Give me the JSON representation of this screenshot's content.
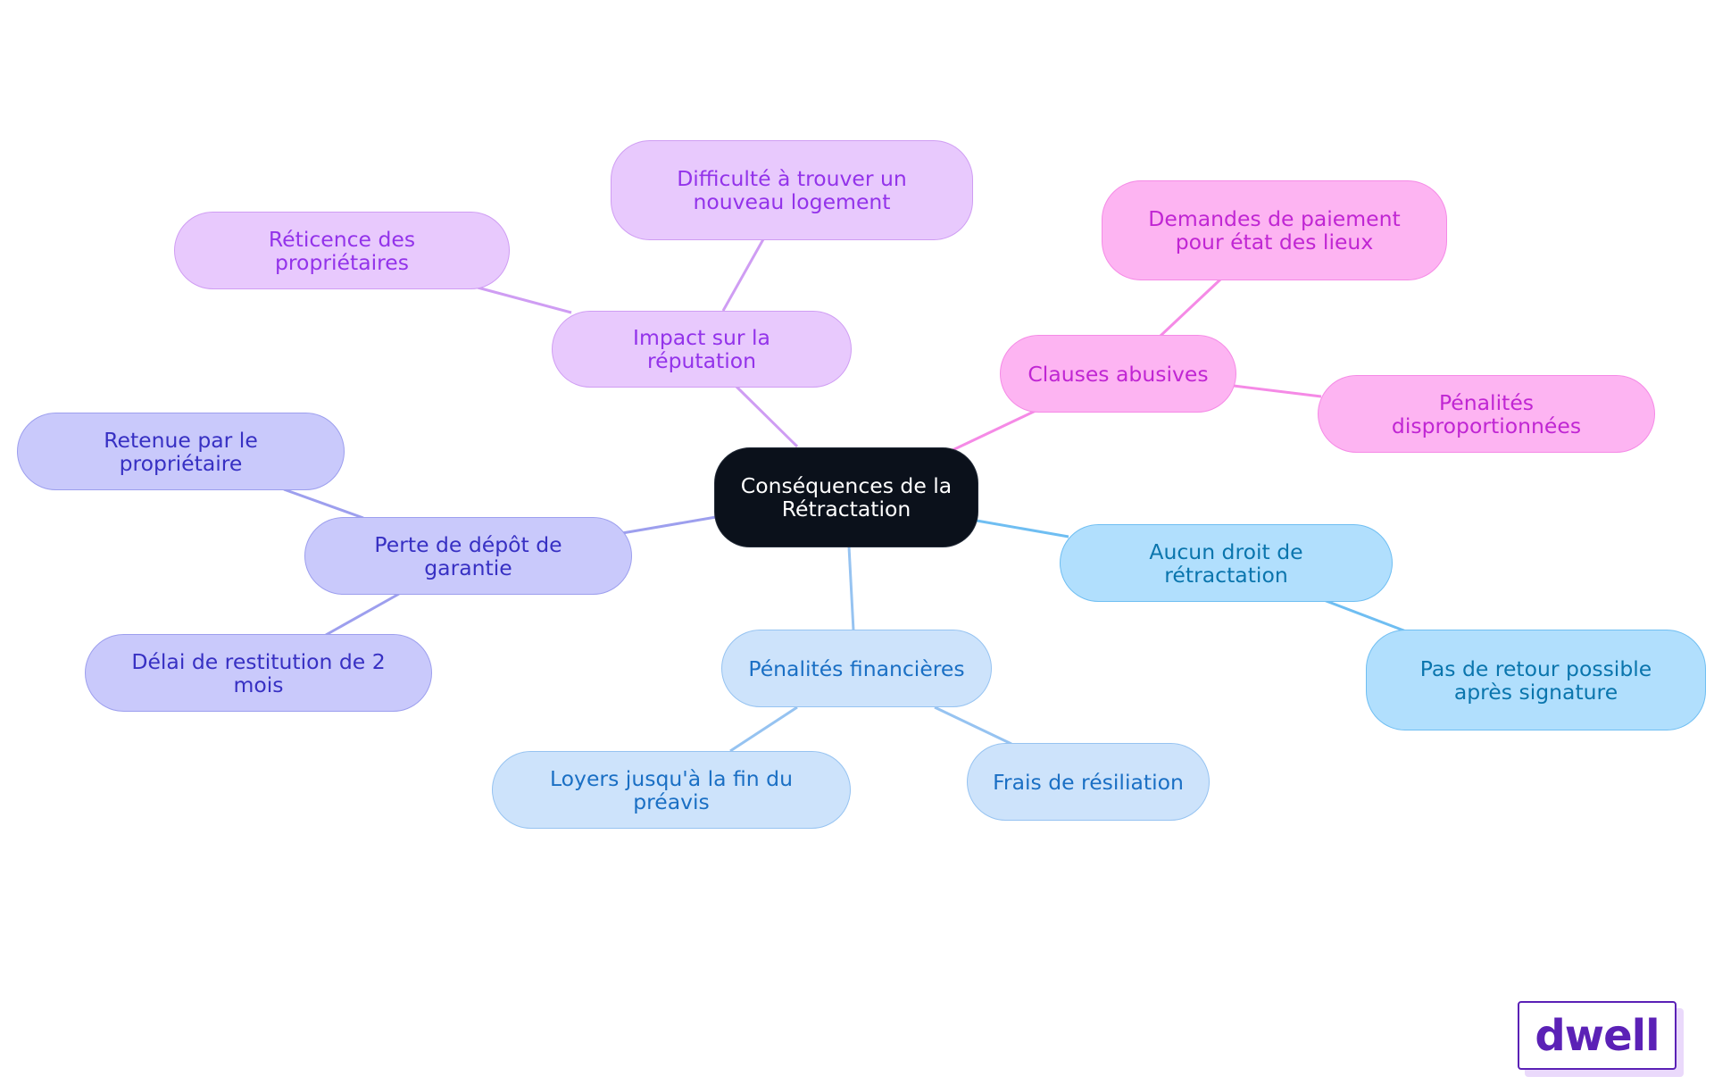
{
  "diagram": {
    "type": "mind-map",
    "root": {
      "id": "root",
      "label": "Conséquences de la Rétractation"
    },
    "branches": [
      {
        "id": "reputation",
        "label": "Impact sur la réputation",
        "color_group": "purple",
        "children": [
          {
            "id": "reticence",
            "label": "Réticence des propriétaires"
          },
          {
            "id": "difficulte",
            "label": "Difficulté à trouver un nouveau logement"
          }
        ]
      },
      {
        "id": "clauses",
        "label": "Clauses abusives",
        "color_group": "pink",
        "children": [
          {
            "id": "demandes",
            "label": "Demandes de paiement pour état des lieux"
          },
          {
            "id": "penalites-disp",
            "label": "Pénalités disproportionnées"
          }
        ]
      },
      {
        "id": "depot",
        "label": "Perte de dépôt de garantie",
        "color_group": "indigo",
        "children": [
          {
            "id": "retenue",
            "label": "Retenue par le propriétaire"
          },
          {
            "id": "delai",
            "label": "Délai de restitution de 2 mois"
          }
        ]
      },
      {
        "id": "aucun",
        "label": "Aucun droit de rétractation",
        "color_group": "sky",
        "children": [
          {
            "id": "retour",
            "label": "Pas de retour possible après signature"
          }
        ]
      },
      {
        "id": "financieres",
        "label": "Pénalités financières",
        "color_group": "blue",
        "children": [
          {
            "id": "loyers",
            "label": "Loyers jusqu'à la fin du préavis"
          },
          {
            "id": "frais",
            "label": "Frais de résiliation"
          }
        ]
      }
    ]
  },
  "colors": {
    "purple": "#cf9df3",
    "pink": "#f58ae6",
    "indigo": "#9d9fee",
    "sky": "#6fbef2",
    "blue": "#96c3f1",
    "root": "#0b111b"
  },
  "logo": {
    "text": "dwell"
  }
}
